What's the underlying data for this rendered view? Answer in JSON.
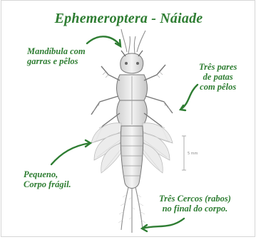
{
  "title": "Ephemeroptera - Náiade",
  "labels": {
    "mandibula": "Mandíbula com\ngarras e pêlos",
    "patas": "Três pares\nde patas\ncom pêlos",
    "corpo": "Pequeno,\nCorpo frágil.",
    "cercos": "Três Cercos (rabos)\nno final do corpo."
  },
  "scale": "5 mm",
  "colors": {
    "accent": "#2e7d32",
    "illustration": "#6e6e6e"
  }
}
